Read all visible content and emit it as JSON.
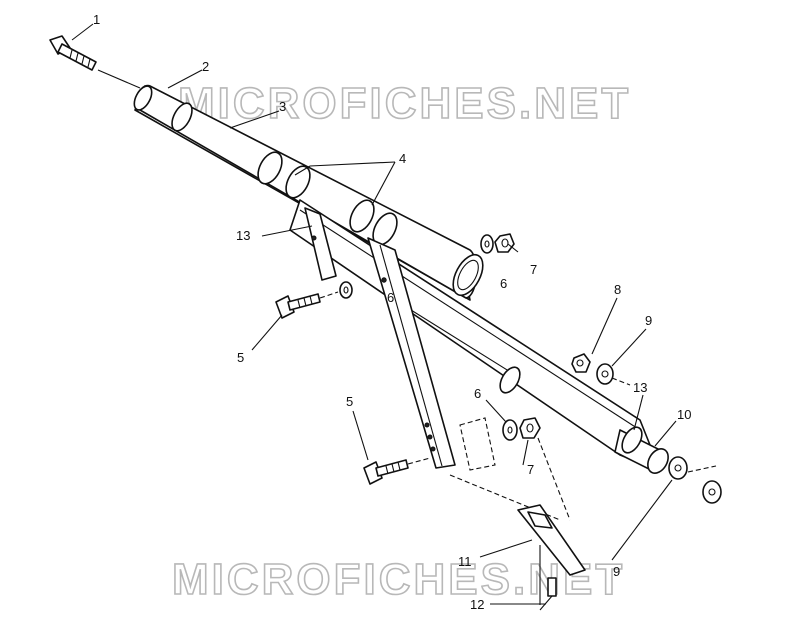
{
  "diagram": {
    "watermark_top": "MICROFICHES.NET",
    "watermark_bottom": "MICROFICHES.NET",
    "callouts": {
      "c1": "1",
      "c2": "2",
      "c3": "3",
      "c4": "4",
      "c5a": "5",
      "c5b": "5",
      "c6a": "6",
      "c6b": "6",
      "c6c": "6",
      "c7a": "7",
      "c7b": "7",
      "c8": "8",
      "c9a": "9",
      "c9b": "9",
      "c10": "10",
      "c11": "11",
      "c12": "12",
      "c13a": "13",
      "c13b": "13"
    }
  }
}
